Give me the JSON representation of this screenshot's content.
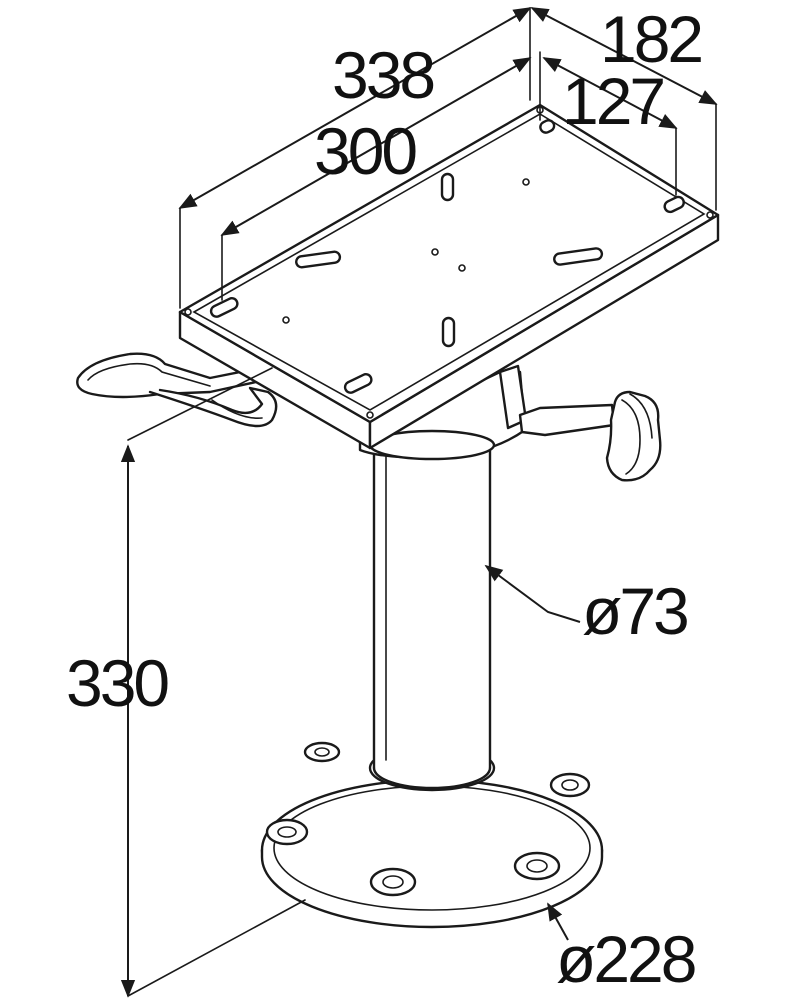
{
  "dimensions": {
    "top_length": "338",
    "top_width": "182",
    "hole_width": "127",
    "hole_length": "300",
    "height": "330",
    "column_diameter": "ø73",
    "base_diameter": "ø228"
  },
  "colors": {
    "line": "#1a1a1a",
    "fill": "#ffffff",
    "knob": "#3a3a3a"
  }
}
